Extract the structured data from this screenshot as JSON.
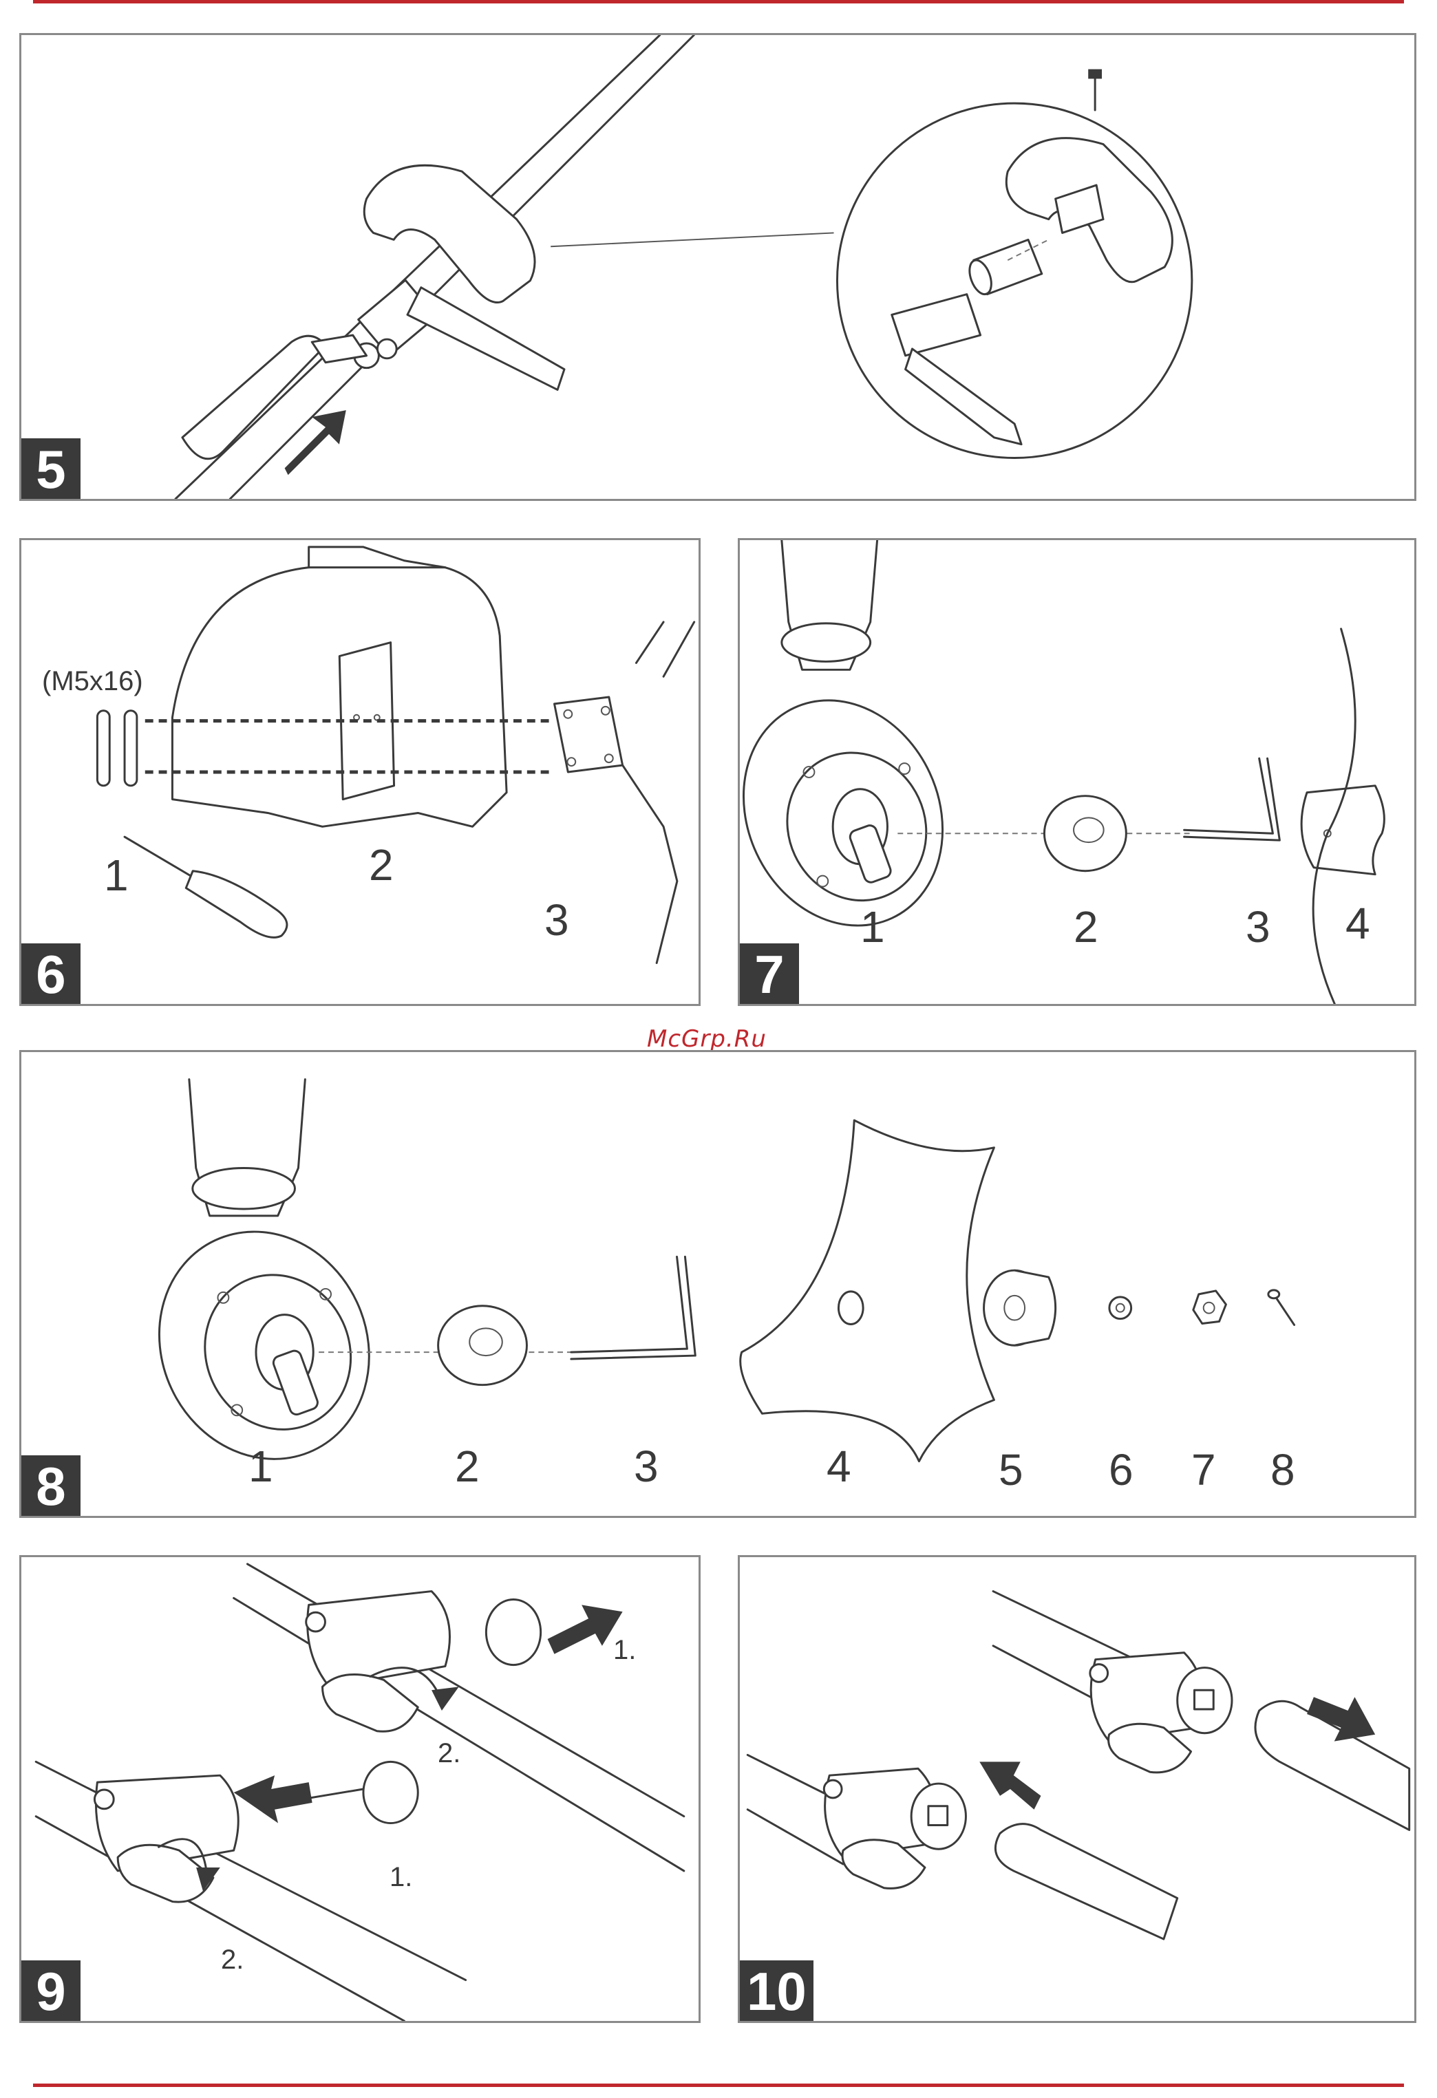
{
  "watermark": "McGrp.Ru",
  "panels": {
    "p5": {
      "number": "5"
    },
    "p6": {
      "number": "6",
      "screw_spec": "(M5x16)",
      "labels": [
        "1",
        "2",
        "3"
      ]
    },
    "p7": {
      "number": "7",
      "labels": [
        "1",
        "2",
        "3",
        "4"
      ]
    },
    "p8": {
      "number": "8",
      "labels": [
        "1",
        "2",
        "3",
        "4",
        "5",
        "6",
        "7",
        "8"
      ]
    },
    "p9": {
      "number": "9",
      "steps": [
        "1.",
        "2.",
        "1.",
        "2."
      ]
    },
    "p10": {
      "number": "10"
    }
  },
  "colors": {
    "accent_red": "#c0272d",
    "badge": "#3a3a3a",
    "border": "#8a8a8a"
  }
}
